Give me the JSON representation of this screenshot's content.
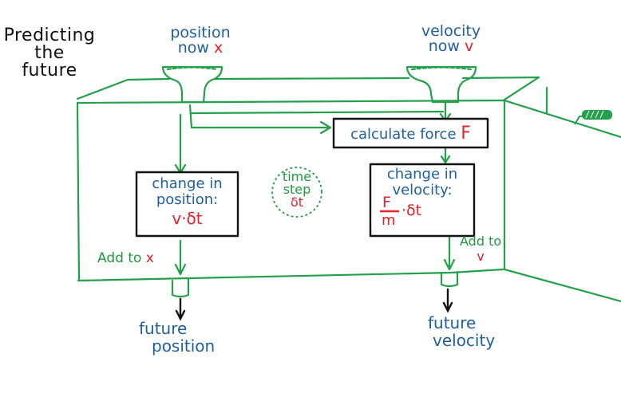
{
  "title": {
    "lines": [
      "Predicting",
      "the",
      "future"
    ]
  },
  "inputs": {
    "position": {
      "line1": "position",
      "line2": "now",
      "var": "x"
    },
    "velocity": {
      "line1": "velocity",
      "line2": "now",
      "var": "v"
    }
  },
  "boxes": {
    "force": {
      "label": "calculate force",
      "var": "F"
    },
    "position_change": {
      "line1": "change in",
      "line2": "position:",
      "formula": "v·δt"
    },
    "velocity_change": {
      "line1": "change in",
      "line2": "velocity:",
      "numerator": "F",
      "denominator": "m",
      "suffix": "·δt"
    }
  },
  "timestep": {
    "line1": "time",
    "line2": "step",
    "symbol": "δt"
  },
  "add_labels": {
    "position": {
      "text": "Add to",
      "var": "x"
    },
    "velocity": {
      "text": "Add to",
      "var": "v"
    }
  },
  "outputs": {
    "position": {
      "line1": "future",
      "line2": "position"
    },
    "velocity": {
      "line1": "future",
      "line2": "velocity"
    }
  },
  "colors": {
    "machine_green": "#22a04a",
    "text_blue": "#1f5f9e",
    "var_red": "#e8202a",
    "box_black": "#111111"
  }
}
